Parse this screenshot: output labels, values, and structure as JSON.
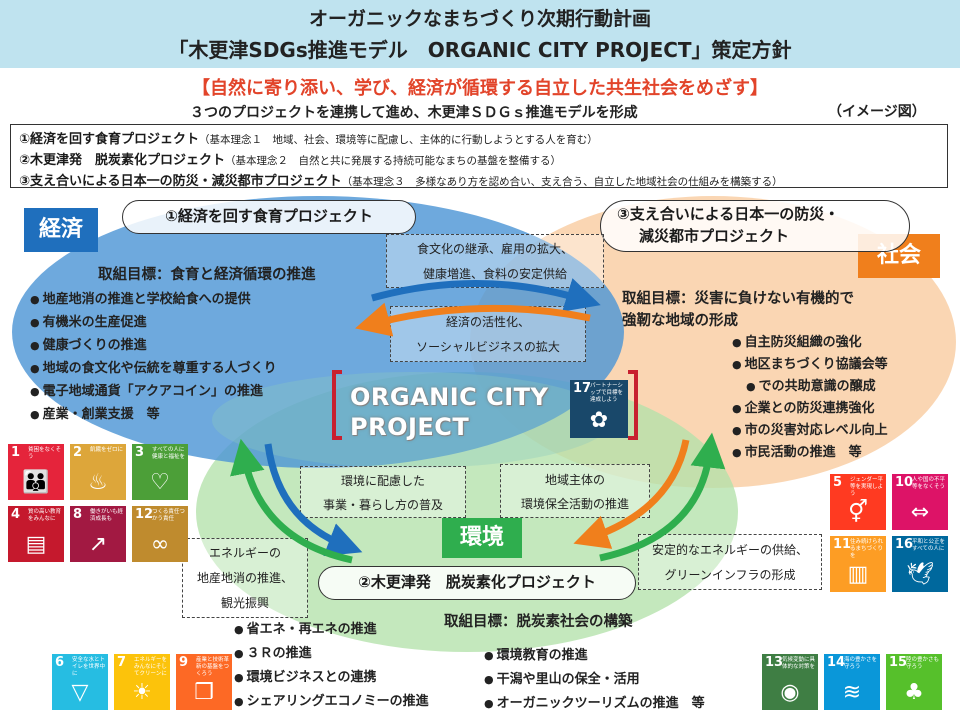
{
  "header": {
    "title_line1": "オーガニックなまちづくり次期行動計画",
    "title_line2": "「木更津SDGs推進モデル　ORGANIC CITY PROJECT」策定方針"
  },
  "slogan": "【自然に寄り添い、学び、経済が循環する自立した共生社会をめざす】",
  "subtitle": "３つのプロジェクトを連携して進め、木更津ＳＤＧｓ推進モデルを形成",
  "image_note": "（イメージ図）",
  "pillars": [
    {
      "name": "①経済を回す食育プロジェクト",
      "note": "（基本理念１　地域、社会、環境等に配慮し、主体的に行動しようとする人を育む）"
    },
    {
      "name": "②木更津発　脱炭素化プロジェクト",
      "note": "（基本理念２　自然と共に発展する持続可能なまちの基盤を整備する）"
    },
    {
      "name": "③支え合いによる日本一の防災・減災都市プロジェクト",
      "note": "（基本理念３　多様なあり方を認め合い、支え合う、自立した地域社会の仕組みを構築する）"
    }
  ],
  "economy": {
    "badge": "経済",
    "project": "①経済を回す食育プロジェクト",
    "goal": "取組目標：食育と経済循環の推進",
    "items": [
      "地産地消の推進と学校給食への提供",
      "有機米の生産促進",
      "健康づくりの推進",
      "地域の食文化や伝統を尊重する人づくり",
      "電子地域通貨「アクアコイン」の推進",
      "産業・創業支援　等"
    ]
  },
  "society": {
    "badge": "社会",
    "project_line1": "③支え合いによる日本一の防災・",
    "project_line2": "減災都市プロジェクト",
    "goal_line1": "取組目標：災害に負けない有機的で",
    "goal_line2": "強靭な地域の形成",
    "items": [
      "自主防災組織の強化",
      "地区まちづくり協議会等",
      "企業との防災連携強化",
      "市の災害対応レベル向上",
      "市民活動の推進　等"
    ],
    "item2_cont": "での共助意識の醸成"
  },
  "environment": {
    "badge": "環境",
    "project": "②木更津発　脱炭素化プロジェクト",
    "goal": "取組目標：脱炭素社会の構築",
    "items_left": [
      "省エネ・再エネの推進",
      "３Ｒの推進",
      "環境ビジネスとの連携",
      "シェアリングエコノミーの推進"
    ],
    "items_right": [
      "環境教育の推進",
      "干潟や里山の保全・活用",
      "オーガニックツーリズムの推進　等"
    ]
  },
  "links": {
    "econ_soc_top": [
      "食文化の継承、雇用の拡大、",
      "健康増進、食料の安定供給"
    ],
    "econ_soc_bottom": [
      "経済の活性化、",
      "ソーシャルビジネスの拡大"
    ],
    "econ_env": [
      "環境に配慮した",
      "事業・暮らし方の普及"
    ],
    "soc_env": [
      "地域主体の",
      "環境保全活動の推進"
    ],
    "env_left": [
      "エネルギーの",
      "地産地消の推進、",
      "観光振興"
    ],
    "env_right": [
      "安定的なエネルギーの供給、",
      "グリーンインフラの形成"
    ]
  },
  "center": {
    "line1": "ORGANIC CITY",
    "line2": "PROJECT",
    "sdg17_num": "17",
    "sdg17_text": "パートナーシップで目標を達成しよう"
  },
  "sdgs": {
    "econ": [
      {
        "num": "1",
        "text": "貧困をなくそう",
        "color": "#e5243b",
        "icon": "people-icon"
      },
      {
        "num": "2",
        "text": "飢餓をゼロに",
        "color": "#dda63a",
        "icon": "bowl-icon"
      },
      {
        "num": "3",
        "text": "すべての人に健康と福祉を",
        "color": "#4c9f38",
        "icon": "heartbeat-icon"
      },
      {
        "num": "4",
        "text": "質の高い教育をみんなに",
        "color": "#c5192d",
        "icon": "book-icon"
      },
      {
        "num": "8",
        "text": "働きがいも経済成長も",
        "color": "#a21942",
        "icon": "growth-chart-icon"
      },
      {
        "num": "12",
        "text": "つくる責任つかう責任",
        "color": "#bf8b2e",
        "icon": "infinity-icon"
      }
    ],
    "soc": [
      {
        "num": "5",
        "text": "ジェンダー平等を実現しよう",
        "color": "#ff3a21",
        "icon": "gender-icon"
      },
      {
        "num": "10",
        "text": "人や国の不平等をなくそう",
        "color": "#dd1367",
        "icon": "equality-icon"
      },
      {
        "num": "11",
        "text": "住み続けられるまちづくりを",
        "color": "#fd9d24",
        "icon": "buildings-icon"
      },
      {
        "num": "16",
        "text": "平和と公正をすべての人に",
        "color": "#00689d",
        "icon": "dove-icon"
      }
    ],
    "env_left": [
      {
        "num": "6",
        "text": "安全な水とトイレを世界中に",
        "color": "#26bde2",
        "icon": "water-icon"
      },
      {
        "num": "7",
        "text": "エネルギーをみんなにそしてクリーンに",
        "color": "#fcc30b",
        "icon": "sun-icon"
      },
      {
        "num": "9",
        "text": "産業と技術革新の基盤をつくろう",
        "color": "#fd6925",
        "icon": "cubes-icon"
      }
    ],
    "env_right": [
      {
        "num": "13",
        "text": "気候変動に具体的な対策を",
        "color": "#3f7e44",
        "icon": "eye-icon"
      },
      {
        "num": "14",
        "text": "海の豊かさを守ろう",
        "color": "#0a97d9",
        "icon": "fish-icon"
      },
      {
        "num": "15",
        "text": "陸の豊かさも守ろう",
        "color": "#56c02b",
        "icon": "tree-icon"
      }
    ]
  },
  "colors": {
    "header_bg": "#bfe3ef",
    "economy_blue": "#2a7fc7",
    "society_orange": "#f08a24",
    "environment_green": "#2fae4e",
    "slogan_red": "#e2442a"
  }
}
